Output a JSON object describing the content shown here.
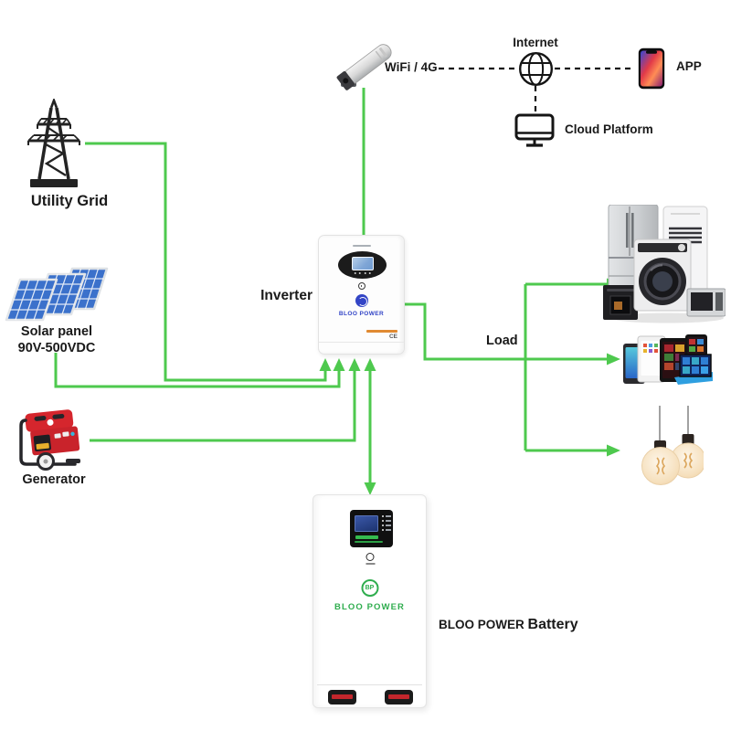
{
  "colors": {
    "line-green": "#4ec94e",
    "wire-dark": "#161616",
    "brand-blue": "#3345c6",
    "brand-green": "#2fad4e",
    "solar-blue": "#3b71cb",
    "generator-red": "#d5262d"
  },
  "nodes": {
    "utility_grid": {
      "label": "Utility Grid"
    },
    "wifi": {
      "label": "WiFi / 4G"
    },
    "internet": {
      "label": "Internet"
    },
    "app": {
      "label": "APP"
    },
    "cloud_platform": {
      "label": "Cloud Platform"
    },
    "solar": {
      "label": "Solar panel",
      "spec": "90V-500VDC"
    },
    "generator": {
      "label": "Generator"
    },
    "inverter": {
      "label": "Inverter",
      "brand": "BLOO POWER",
      "cert": "CE"
    },
    "load": {
      "label": "Load"
    },
    "battery": {
      "label_prefix": "BLOO POWER",
      "label_suffix": "Battery",
      "brand": "BLOO POWER",
      "logo_monogram": "BP"
    }
  }
}
